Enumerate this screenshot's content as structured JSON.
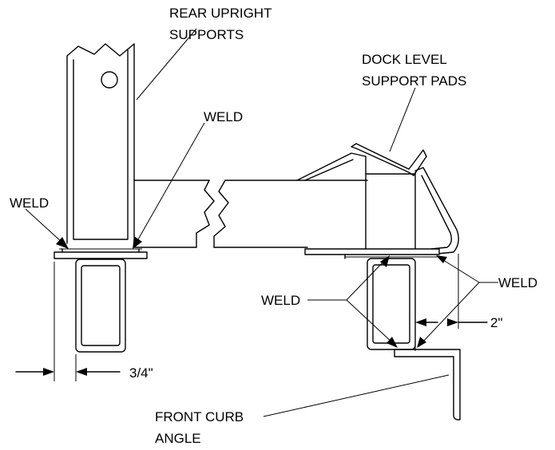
{
  "labels": {
    "rear_upright_line1": "REAR UPRIGHT",
    "rear_upright_line2": "SUPPORTS",
    "dock_level_line1": "DOCK LEVEL",
    "dock_level_line2": "SUPPORT PADS",
    "weld_top": "WELD",
    "weld_left": "WELD",
    "weld_right": "WELD",
    "weld_bottom": "WELD",
    "dim_two_inch": "2\"",
    "dim_three_quarter": "3/4\"",
    "front_curb_line1": "FRONT CURB",
    "front_curb_line2": "ANGLE"
  }
}
